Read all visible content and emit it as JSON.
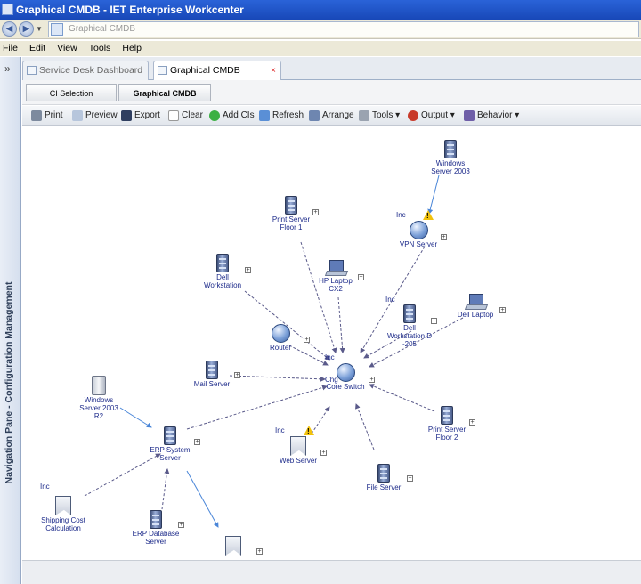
{
  "window": {
    "title": "Graphical CMDB  -  IET Enterprise Workcenter"
  },
  "address": {
    "text": "Graphical CMDB"
  },
  "menu": [
    "File",
    "Edit",
    "View",
    "Tools",
    "Help"
  ],
  "nav_pane": {
    "collapse_glyph": "»",
    "label": "Navigation Pane - Configuration Management"
  },
  "tabs": [
    {
      "label": "Service Desk Dashboard",
      "active": false
    },
    {
      "label": "Graphical CMDB",
      "active": true,
      "close": "×"
    }
  ],
  "breadcrumbs": [
    {
      "label": "CI Selection"
    },
    {
      "label": "Graphical CMDB"
    }
  ],
  "toolbar": [
    {
      "label": "Print",
      "icon": "print-icon"
    },
    {
      "label": "Preview",
      "icon": "preview-icon"
    },
    {
      "label": "Export",
      "icon": "export-icon"
    },
    {
      "label": "Clear",
      "icon": "clear-icon"
    },
    {
      "label": "Add CIs",
      "icon": "add-icon"
    },
    {
      "label": "Refresh",
      "icon": "refresh-icon"
    },
    {
      "label": "Arrange",
      "icon": "arrange-icon"
    },
    {
      "label": "Tools",
      "icon": "tools-icon",
      "dropdown": true
    },
    {
      "label": "Output",
      "icon": "output-icon",
      "dropdown": true
    },
    {
      "label": "Behavior",
      "icon": "behavior-icon",
      "dropdown": true
    }
  ],
  "graph": {
    "nodes": [
      {
        "id": "win2003",
        "label": "Windows\nServer 2003",
        "type": "server"
      },
      {
        "id": "vpn",
        "label": "VPN Server",
        "type": "globe",
        "warning": true
      },
      {
        "id": "printf1",
        "label": "Print Server\nFloor 1",
        "type": "server"
      },
      {
        "id": "dellws",
        "label": "Dell\nWorkstation",
        "type": "server"
      },
      {
        "id": "hplaptop",
        "label": "HP Laptop\nCX2",
        "type": "laptop"
      },
      {
        "id": "dellws205",
        "label": "Dell\nWorkstation D\n-205",
        "type": "server"
      },
      {
        "id": "delllaptop",
        "label": "Dell Laptop",
        "type": "laptop"
      },
      {
        "id": "router",
        "label": "Router",
        "type": "globe"
      },
      {
        "id": "mail",
        "label": "Mail Server",
        "type": "server"
      },
      {
        "id": "core",
        "label": "Core Switch",
        "type": "globe"
      },
      {
        "id": "win2003r2",
        "label": "Windows\nServer 2003\nR2",
        "type": "winsrv"
      },
      {
        "id": "printf2",
        "label": "Print Server\nFloor 2",
        "type": "server"
      },
      {
        "id": "web",
        "label": "Web Server",
        "type": "doc",
        "warning": true
      },
      {
        "id": "erp",
        "label": "ERP System\nServer",
        "type": "server"
      },
      {
        "id": "file",
        "label": "File Server",
        "type": "server"
      },
      {
        "id": "shipping",
        "label": "Shipping Cost\nCalculation",
        "type": "doc"
      },
      {
        "id": "erpdb",
        "label": "ERP Database\nServer",
        "type": "server"
      },
      {
        "id": "unnamed",
        "label": "",
        "type": "doc"
      }
    ],
    "edge_labels": [
      "Inc",
      "Inc",
      "Inc",
      "Chg",
      "Inc",
      "Inc"
    ],
    "colors": {
      "edge": "#5a5a8a",
      "arrow_blue": "#4a86d8",
      "label": "#1c2a8a",
      "warning": "#f2c20c"
    }
  }
}
